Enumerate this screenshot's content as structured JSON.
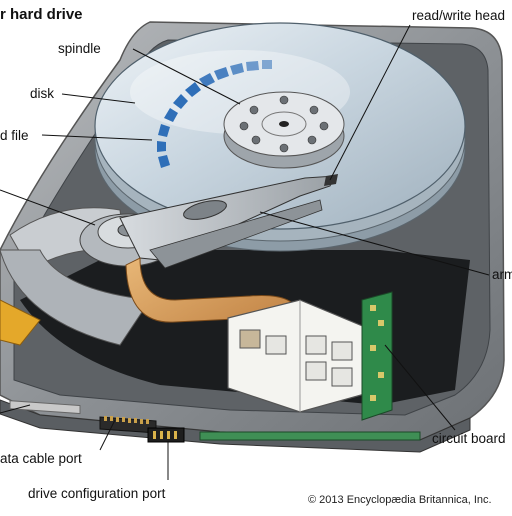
{
  "title": "r hard drive",
  "labels": {
    "spindle": "spindle",
    "disk": "disk",
    "file": "d file",
    "read_write_head": "read/write head",
    "arm": "arm",
    "circuit_board": "circuit board",
    "data_cable_port": "ata cable port",
    "drive_configuration_port": "drive configuration port"
  },
  "credit": "© 2013 Encyclopædia Britannica, Inc.",
  "colors": {
    "disk": "#c9d6e0",
    "file_track": "#2f6fb8",
    "ribbon_cable": "#d9a060",
    "circuit_board": "#2f8a4a",
    "connector": "#f4f4f0",
    "chassis": "#8e9296"
  }
}
